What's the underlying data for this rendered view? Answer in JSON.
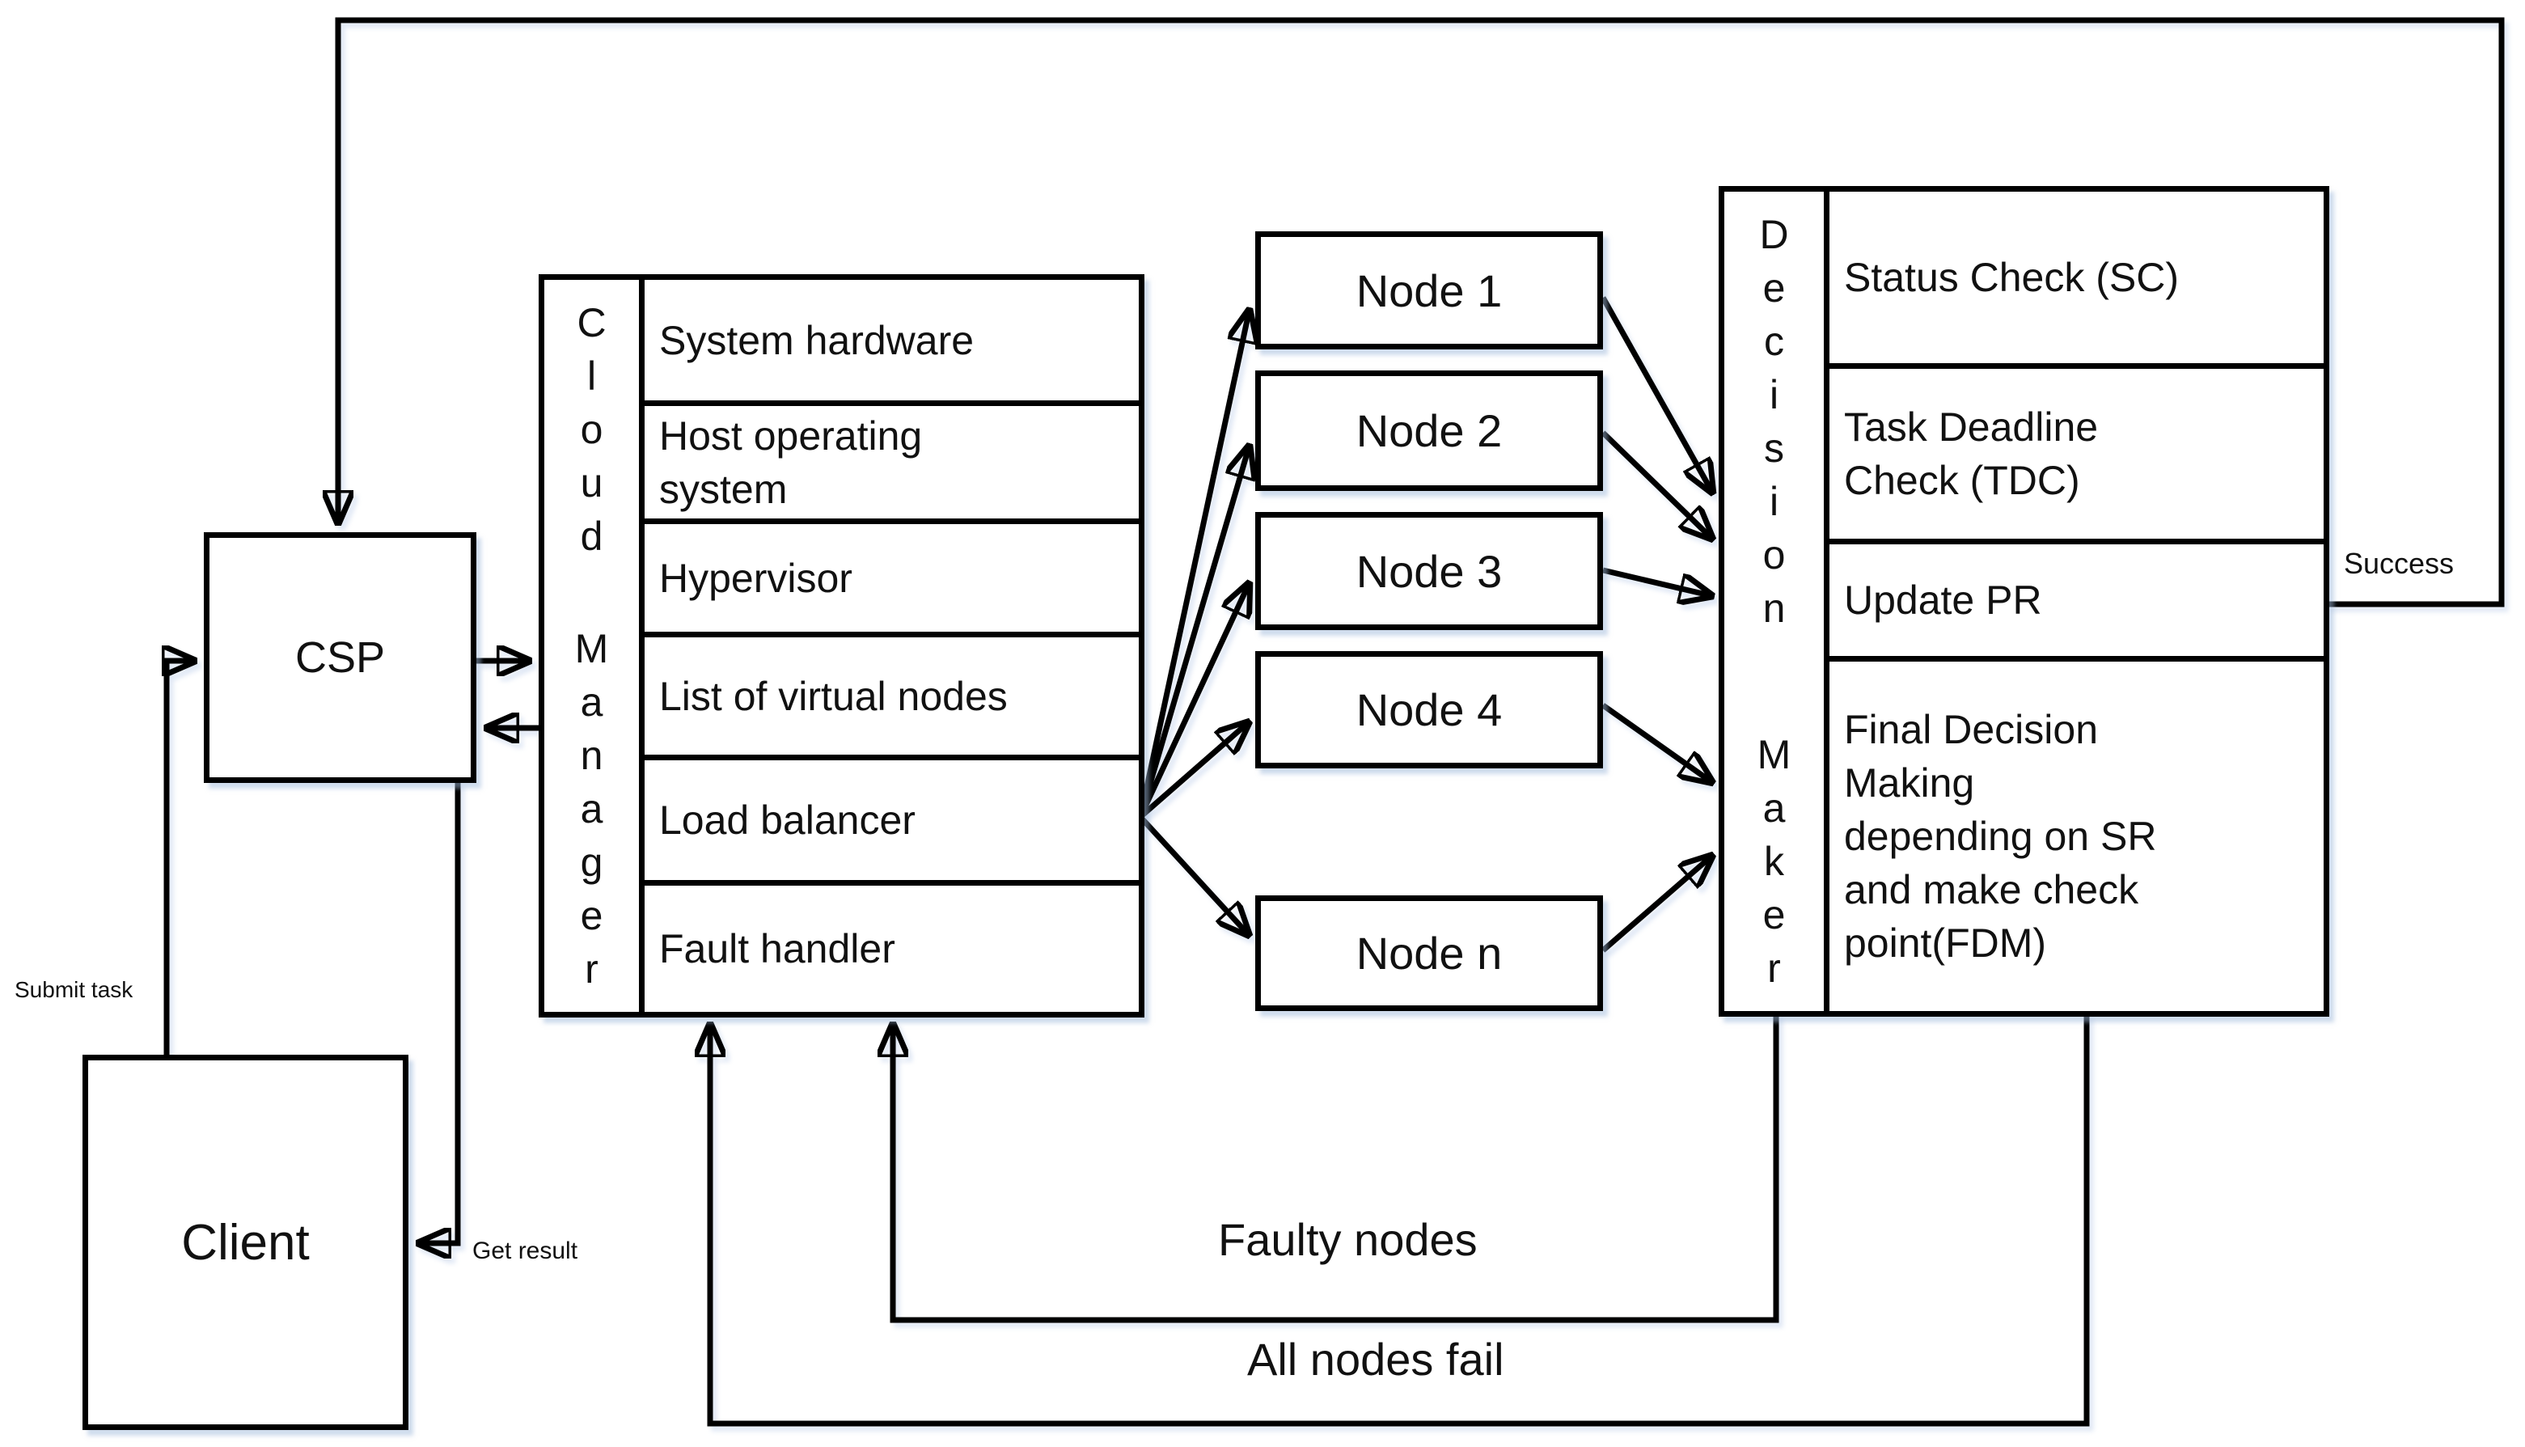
{
  "diagram": {
    "client": {
      "label": "Client"
    },
    "csp": {
      "label": "CSP"
    },
    "cloud_manager": {
      "vertical_title_top": "C\nl\no\nu\nd",
      "vertical_title_bottom": "M\na\nn\na\ng\ne\nr",
      "rows": [
        "System hardware",
        "Host operating\nsystem",
        "Hypervisor",
        "List of virtual nodes",
        "Load balancer",
        "Fault handler"
      ]
    },
    "nodes": [
      "Node 1",
      "Node 2",
      "Node 3",
      "Node 4",
      "Node n"
    ],
    "decision_maker": {
      "vertical_title_top": "D\ne\nc\ni\ns\ni\no\nn",
      "vertical_title_bottom": "M\na\nk\ne\nr",
      "rows": [
        "Status Check (SC)",
        "Task Deadline\nCheck (TDC)",
        "Update PR",
        "Final Decision\nMaking\ndepending on SR\nand make check\npoint(FDM)"
      ]
    },
    "labels": {
      "submit_task": "Submit task",
      "get_result": "Get result",
      "success": "Success",
      "faulty_nodes": "Faulty nodes",
      "all_nodes_fail": "All nodes fail"
    },
    "colors": {
      "line": "#000000",
      "background": "#ffffff",
      "box_shadow": "#a0b9dc"
    }
  }
}
